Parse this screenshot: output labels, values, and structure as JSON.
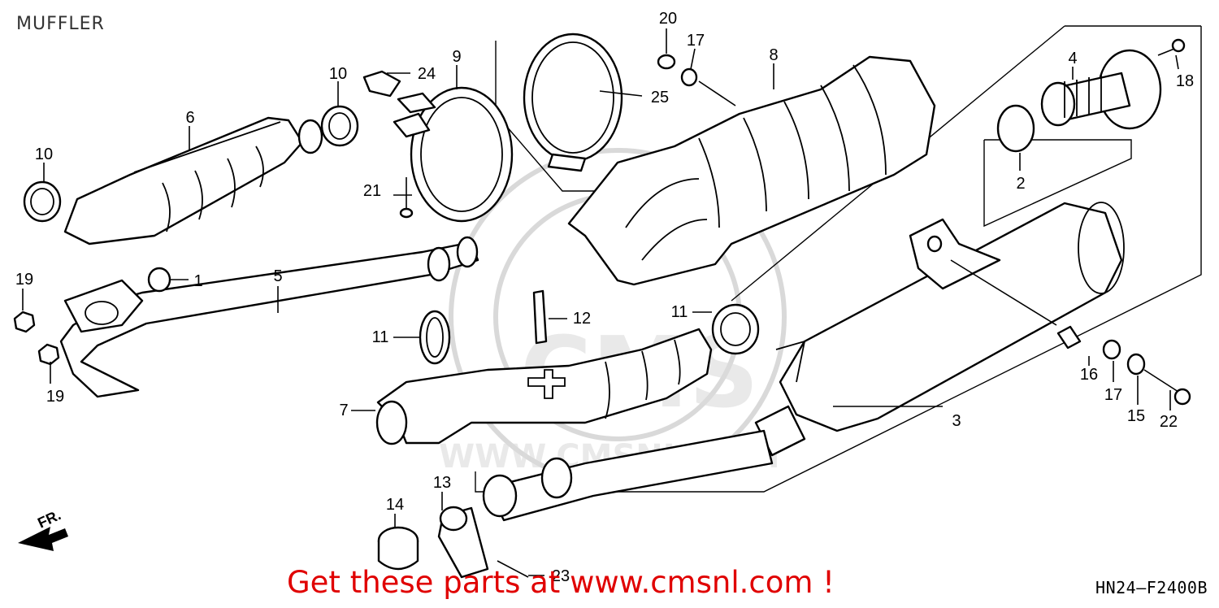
{
  "diagram": {
    "title": "MUFFLER",
    "code": "HN24—F2400B",
    "promo": "Get these parts at www.cmsnl.com !",
    "direction_label": "FR.",
    "watermark": "CMS",
    "watermark_url": "WWW.CMSNL.COM"
  },
  "callouts": [
    {
      "id": "c1",
      "label": "1"
    },
    {
      "id": "c2",
      "label": "2"
    },
    {
      "id": "c3",
      "label": "3"
    },
    {
      "id": "c4",
      "label": "4"
    },
    {
      "id": "c5",
      "label": "5"
    },
    {
      "id": "c6",
      "label": "6"
    },
    {
      "id": "c7",
      "label": "7"
    },
    {
      "id": "c8",
      "label": "8"
    },
    {
      "id": "c9",
      "label": "9"
    },
    {
      "id": "c10a",
      "label": "10"
    },
    {
      "id": "c10b",
      "label": "10"
    },
    {
      "id": "c11a",
      "label": "11"
    },
    {
      "id": "c11b",
      "label": "11"
    },
    {
      "id": "c12",
      "label": "12"
    },
    {
      "id": "c13",
      "label": "13"
    },
    {
      "id": "c14",
      "label": "14"
    },
    {
      "id": "c15",
      "label": "15"
    },
    {
      "id": "c16",
      "label": "16"
    },
    {
      "id": "c17a",
      "label": "17"
    },
    {
      "id": "c17b",
      "label": "17"
    },
    {
      "id": "c18",
      "label": "18"
    },
    {
      "id": "c19a",
      "label": "19"
    },
    {
      "id": "c19b",
      "label": "19"
    },
    {
      "id": "c20",
      "label": "20"
    },
    {
      "id": "c21",
      "label": "21"
    },
    {
      "id": "c22",
      "label": "22"
    },
    {
      "id": "c23",
      "label": "23"
    },
    {
      "id": "c24",
      "label": "24"
    },
    {
      "id": "c25",
      "label": "25"
    }
  ]
}
